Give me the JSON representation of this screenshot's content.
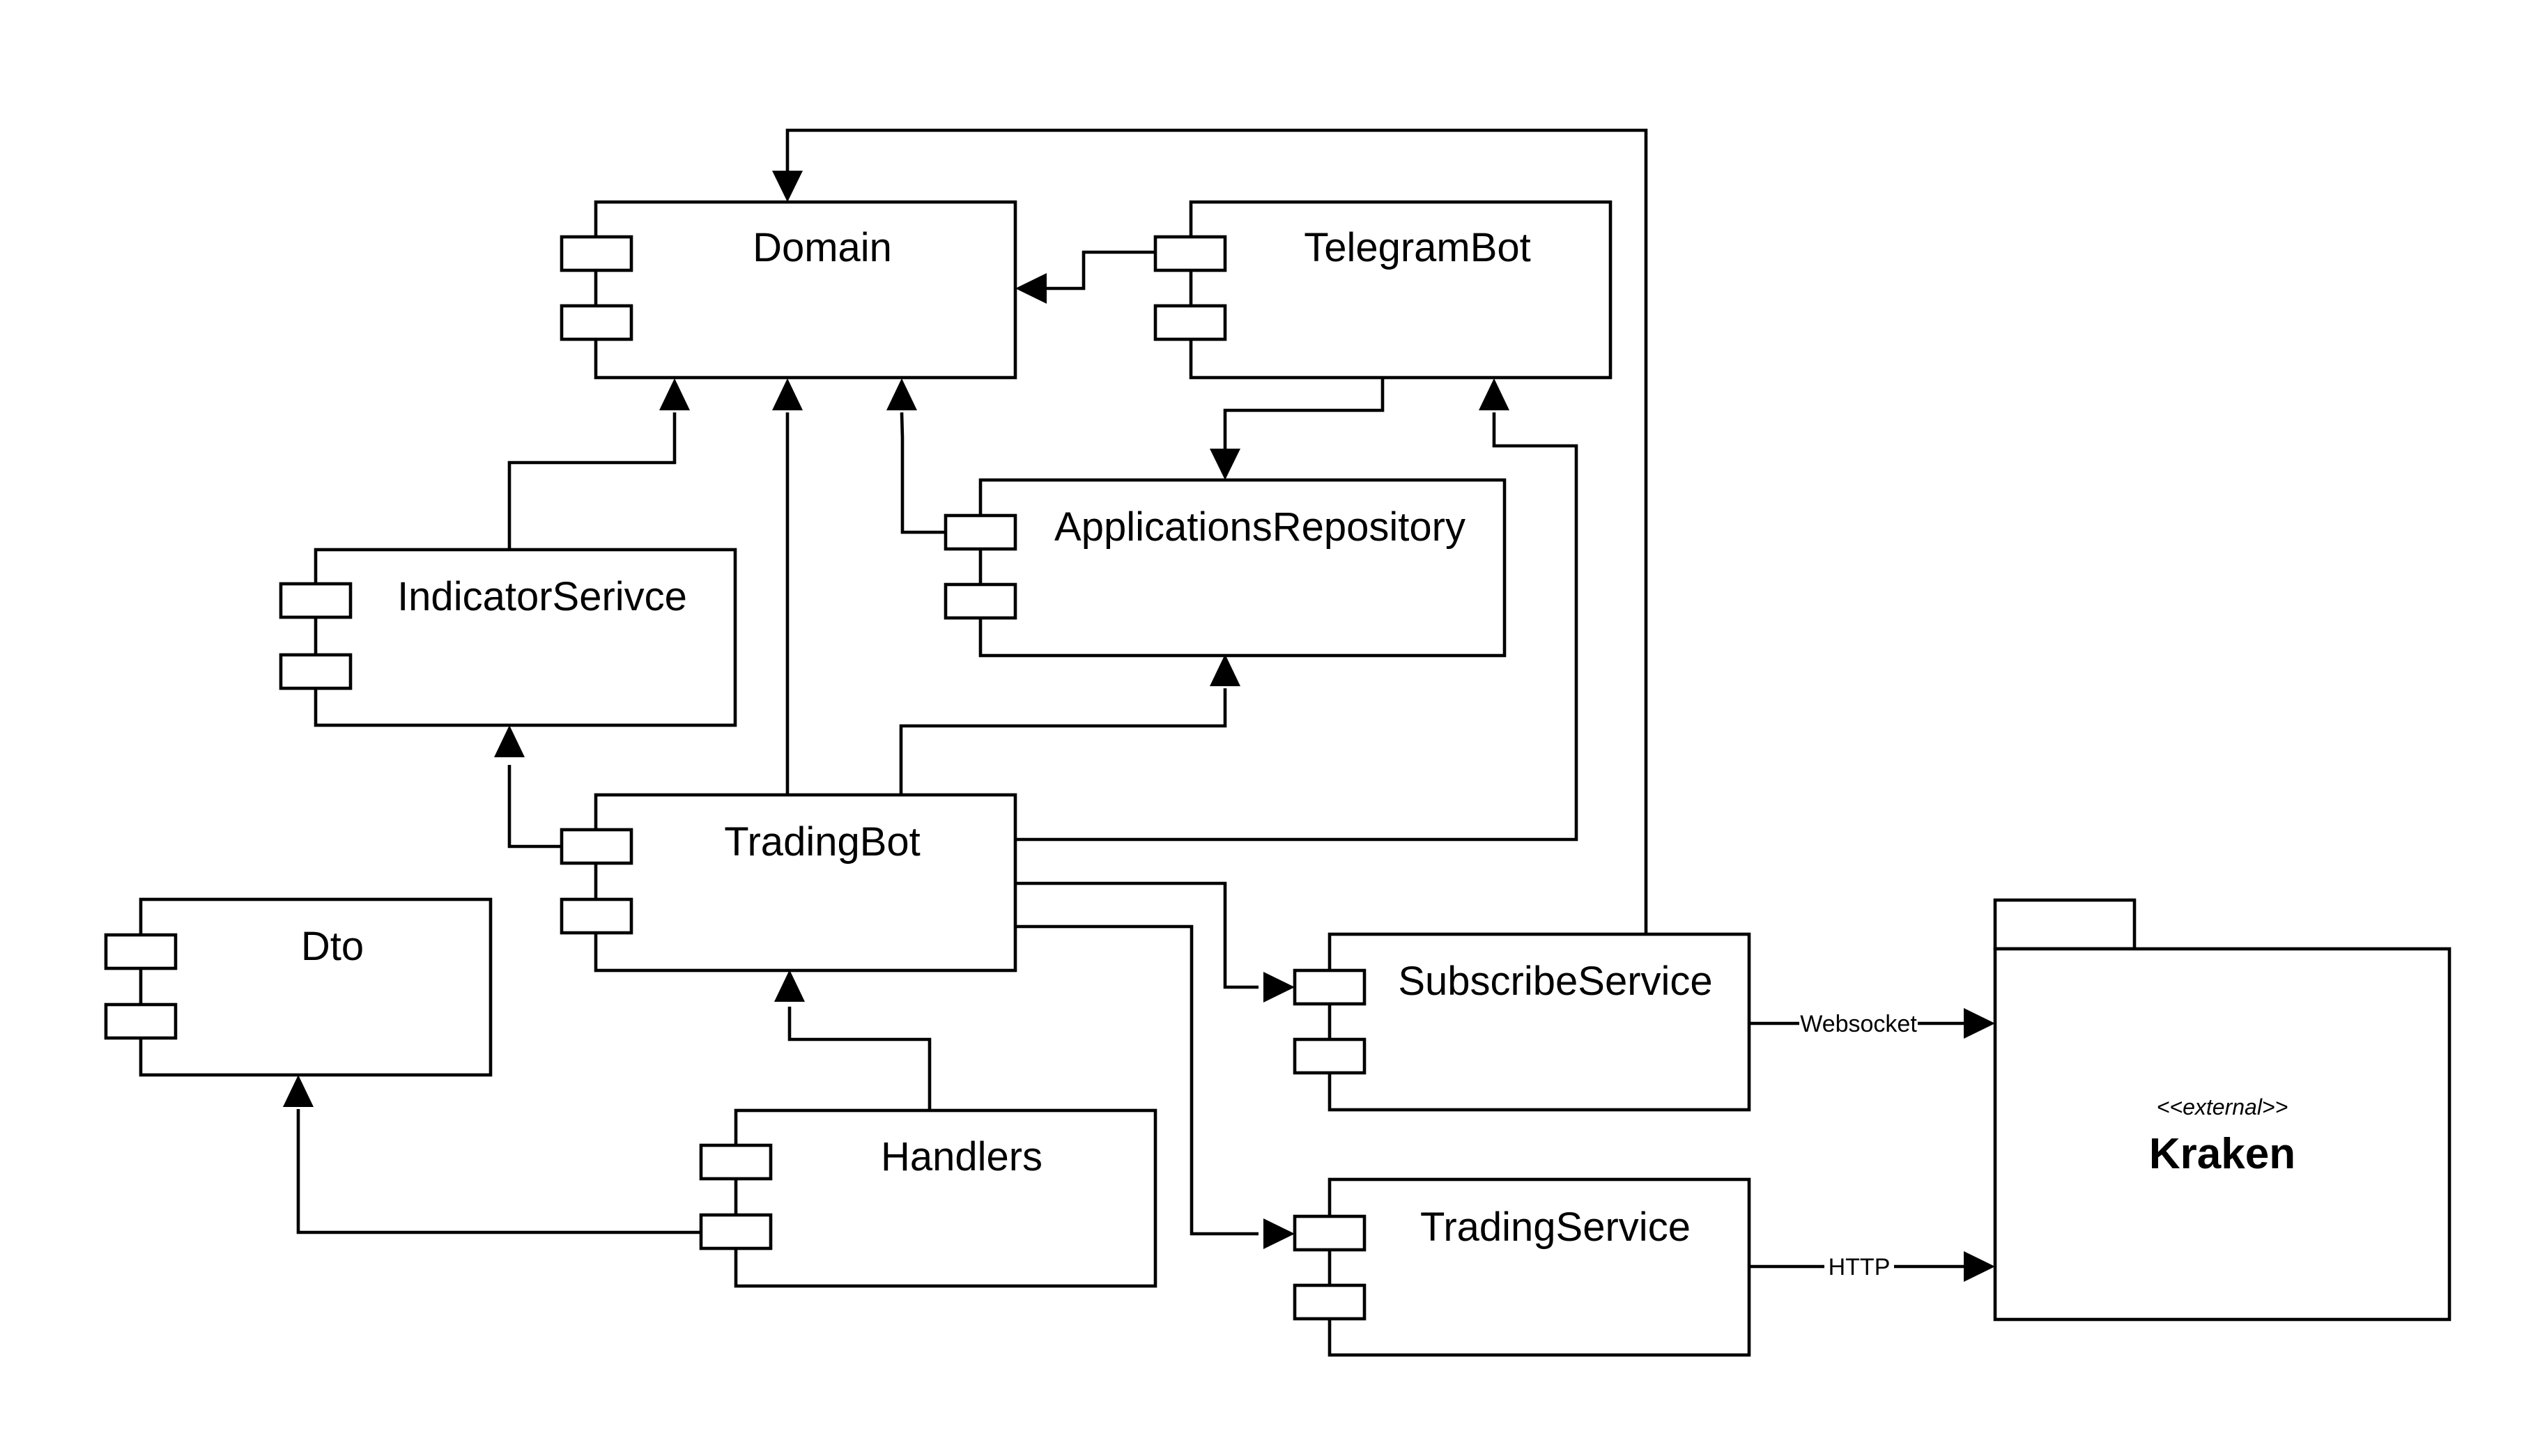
{
  "components": {
    "domain": "Domain",
    "telegram_bot": "TelegramBot",
    "applications_repository": "ApplicationsRepository",
    "indicator_service": "IndicatorSerivce",
    "trading_bot": "TradingBot",
    "dto": "Dto",
    "handlers": "Handlers",
    "subscribe_service": "SubscribeService",
    "trading_service": "TradingService"
  },
  "external_package": {
    "stereotype": "<<external>>",
    "name": "Kraken"
  },
  "connections": {
    "websocket_label": "Websocket",
    "http_label": "HTTP"
  }
}
